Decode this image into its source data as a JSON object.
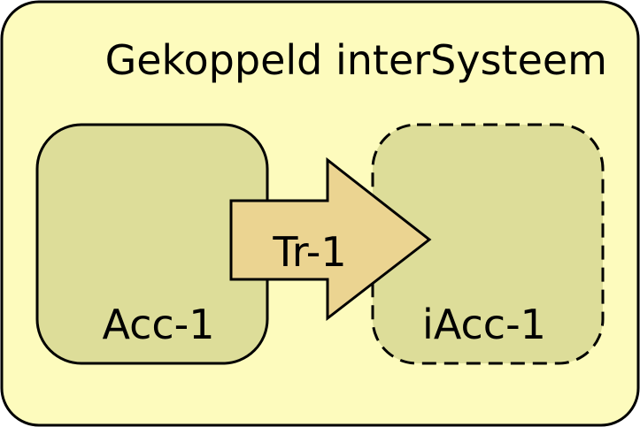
{
  "diagram": {
    "system_title": "Gekoppeld interSysteem",
    "source_account_label": "Acc-1",
    "transaction_label": "Tr-1",
    "target_account_label": "iAcc-1"
  },
  "colors": {
    "system_fill": "#fdfbbd",
    "account_fill": "#dddd99",
    "arrow_fill": "#ebd491",
    "stroke": "#000000"
  }
}
